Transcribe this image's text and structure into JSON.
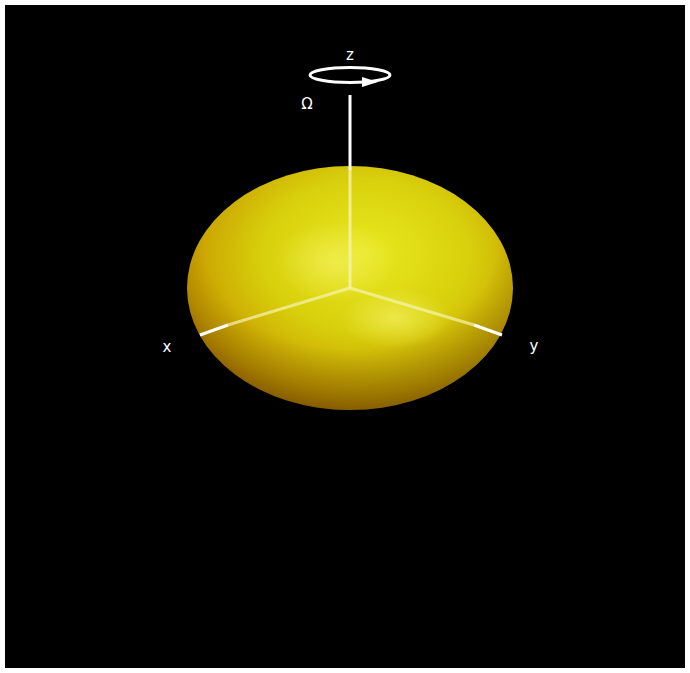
{
  "diagram": {
    "labels": [
      "z",
      "Ω",
      "x",
      "y"
    ]
  }
}
